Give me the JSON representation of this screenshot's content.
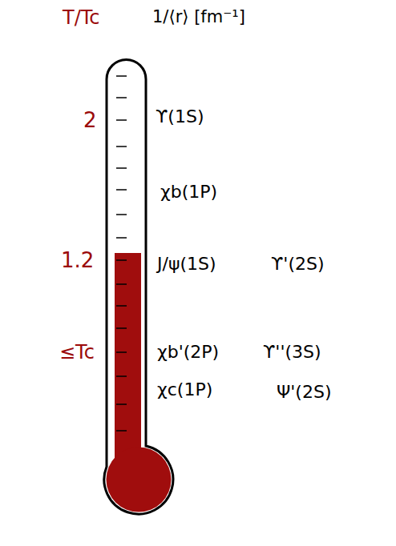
{
  "diagram": {
    "labels": [
      "T/Tc",
      "1/⟨r⟩ [fm⁻¹]",
      "2",
      "ϒ(1S)",
      "χb(1P)",
      "1.2",
      "J/ψ(1S)",
      "ϒ'(2S)",
      "≤Tc",
      "χb'(2P)",
      "ϒ''(3S)",
      "χc(1P)",
      "Ψ'(2S)"
    ]
  }
}
